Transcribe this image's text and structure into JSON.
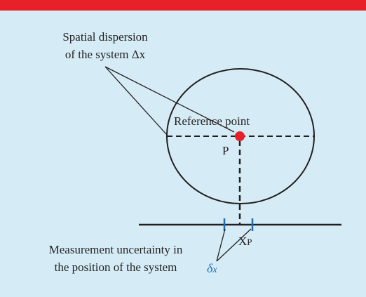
{
  "colors": {
    "panel_background": "#d5ecf6",
    "top_bar": "#e8202a",
    "line": "#231f20",
    "reference_point": "#e8202a",
    "uncertainty": "#1c6db6"
  },
  "labels": {
    "spatial_dispersion_line1": "Spatial dispersion",
    "spatial_dispersion_line2": "of the system Δx",
    "reference_point": "Reference point",
    "point_p": "P",
    "xp_main": "X",
    "xp_sub": "P",
    "measurement_line1": "Measurement uncertainty in",
    "measurement_line2": "the position of the system",
    "delta_main": "δ",
    "delta_sub": "x"
  }
}
